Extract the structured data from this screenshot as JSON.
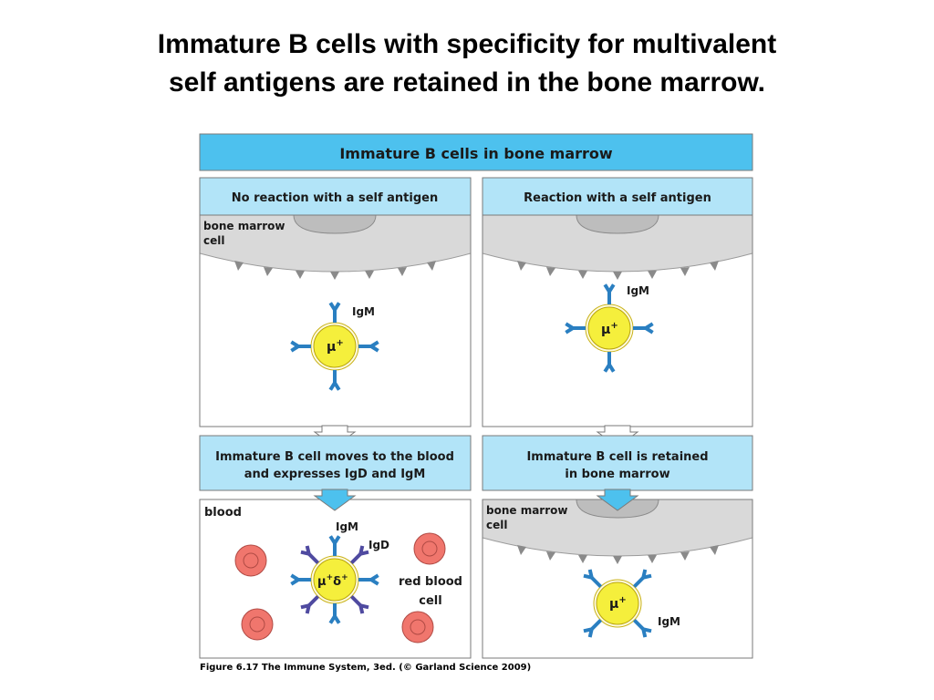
{
  "slide": {
    "title_line1": "Immature B cells with specificity for multivalent",
    "title_line2": "self antigens are retained in the bone marrow."
  },
  "figure": {
    "header": "Immature B cells in bone marrow",
    "left": {
      "heading": "No reaction with a self antigen",
      "bone_marrow_label": [
        "bone marrow",
        "cell"
      ],
      "cell_marker": "μ",
      "igm_label": "IgM",
      "result_heading": [
        "Immature B cell moves to the blood",
        "and expresses IgD and IgM"
      ],
      "blood_label": "blood",
      "result_cell_marker": "μ",
      "result_cell_marker2": "δ",
      "result_igm_label": "IgM",
      "result_igd_label": "IgD",
      "red_blood_label": [
        "red blood",
        "cell"
      ]
    },
    "right": {
      "heading": "Reaction with a self antigen",
      "cell_marker": "μ",
      "igm_label": "IgM",
      "result_heading": [
        "Immature B cell is retained",
        "in bone marrow"
      ],
      "bone_marrow_label": [
        "bone marrow",
        "cell"
      ],
      "result_cell_marker": "μ",
      "result_igm_label": "IgM"
    },
    "superscript_plus": "+",
    "caption": "Figure 6.17  The Immune System, 3ed. (© Garland Science 2009)"
  },
  "colors": {
    "header_blue": "#4dc1ee",
    "heading_blue": "#b2e4f8",
    "marrow_gray": "#d9d9d9",
    "cell_yellow": "#f5ef3c",
    "receptor_igm": "#2a7fc1",
    "receptor_igd": "#4f4aa0",
    "rbc_red": "#f0766d"
  }
}
